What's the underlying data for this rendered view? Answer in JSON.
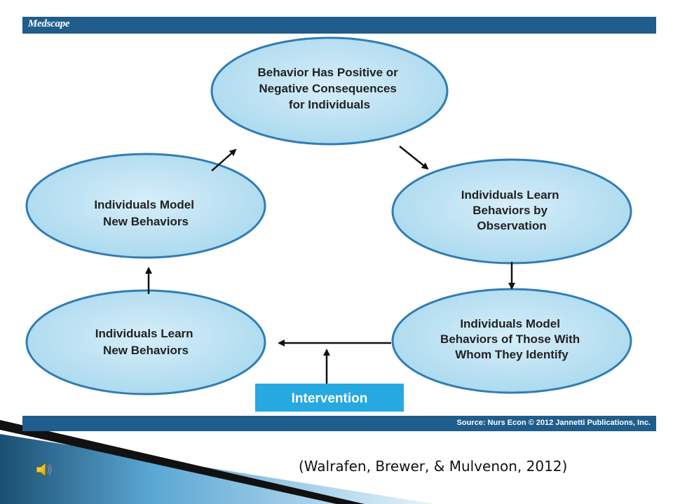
{
  "header": {
    "logo_text": "Medscape"
  },
  "footer": {
    "source_text": "Source: Nurs Econ © 2012 Jannetti Publications, Inc."
  },
  "diagram": {
    "nodes": {
      "top": [
        "Behavior Has Positive or",
        "Negative Consequences",
        "for Individuals"
      ],
      "right_upper": [
        "Individuals Learn",
        "Behaviors by",
        "Observation"
      ],
      "right_lower": [
        "Individuals Model",
        "Behaviors of Those With",
        "Whom They Identify"
      ],
      "left_lower": [
        "Individuals Learn",
        "New Behaviors"
      ],
      "left_upper": [
        "Individuals Model",
        "New Behaviors"
      ]
    },
    "intervention_label": "Intervention"
  },
  "citation": "(Walrafen, Brewer, & Mulvenon, 2012)",
  "colors": {
    "bar_blue": "#1f5d8c",
    "node_fill": "#bfe3f3",
    "node_stroke": "#2f7db3",
    "intervention_fill": "#26a9e0"
  },
  "icons": {
    "speaker": "speaker-icon"
  }
}
